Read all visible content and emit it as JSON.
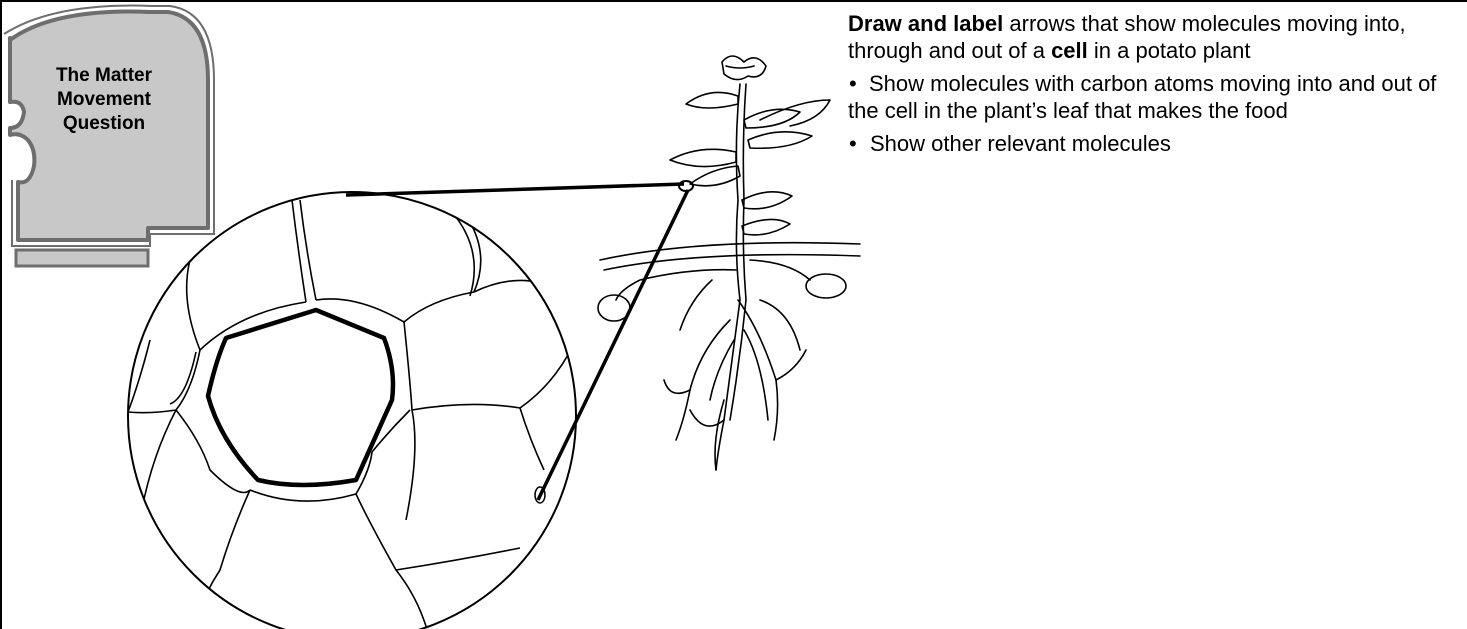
{
  "badge": {
    "line1": "The Matter",
    "line2": "Movement",
    "line3": "Question"
  },
  "instructions": {
    "lead_bold": "Draw and label",
    "lead_text_1": " arrows that show molecules moving into, through and out of a ",
    "lead_bold_2": "cell",
    "lead_text_2": " in a potato plant",
    "bullet_symbol": "•",
    "bullet_1": "Show molecules with carbon atoms moving into and out of the cell in the plant’s leaf that makes the food",
    "bullet_2": "Show other relevant molecules"
  },
  "colors": {
    "badge_fill": "#c8c8c8",
    "badge_stroke": "#6e6e6e",
    "ink": "#000000"
  },
  "icons": [
    "puzzle-badge",
    "magnified-cell-circle",
    "potato-plant-illustration"
  ]
}
